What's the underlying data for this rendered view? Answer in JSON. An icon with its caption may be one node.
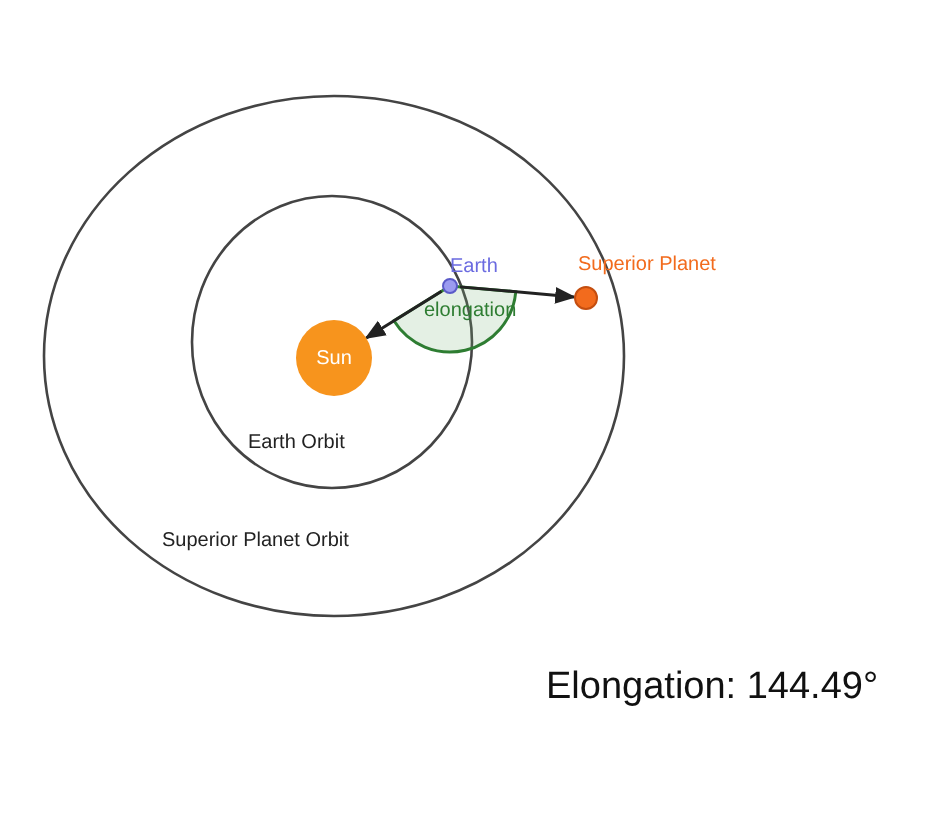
{
  "diagram": {
    "nodes": [
      {
        "text": [
          "Sun"
        ]
      },
      {
        "text": [
          "Earth"
        ]
      },
      {
        "text": [
          "Superior Planet"
        ]
      }
    ],
    "edges": [
      {
        "from": 1,
        "to": 0,
        "arrow": "to"
      },
      {
        "from": 1,
        "to": 2,
        "arrow": "to"
      }
    ],
    "labels": [
      "elongation",
      "Earth Orbit",
      "Superior Planet Orbit",
      "Elongation: 144.49°"
    ]
  }
}
